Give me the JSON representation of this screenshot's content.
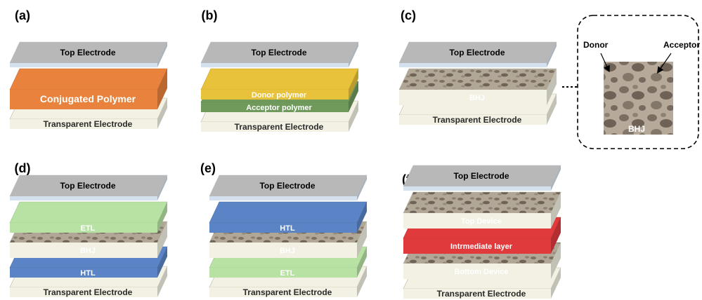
{
  "panels": [
    {
      "label": "(a)",
      "top": "Top Electrode",
      "layers": [
        "Conjugated Polymer"
      ],
      "bottom": "Transparent Electrode"
    },
    {
      "label": "(b)",
      "top": "Top Electrode",
      "layers": [
        "Donor polymer",
        "Acceptor polymer"
      ],
      "bottom": "Transparent Electrode"
    },
    {
      "label": "(c)",
      "top": "Top Electrode",
      "layers": [
        "BHJ"
      ],
      "bottom": "Transparent Electrode"
    },
    {
      "label": "(d)",
      "top": "Top Electrode",
      "layers": [
        "ETL",
        "BHJ",
        "HTL"
      ],
      "bottom": "Transparent Electrode"
    },
    {
      "label": "(e)",
      "top": "Top Electrode",
      "layers": [
        "HTL",
        "BHJ",
        "ETL"
      ],
      "bottom": "Transparent Electrode"
    },
    {
      "label": "(f)",
      "top": "Top Electrode",
      "layers": [
        "Top Device",
        "Intrmediate layer",
        "Bottom Device"
      ],
      "bottom": "Transparent Electrode"
    }
  ],
  "inset": {
    "donor": "Donor",
    "acceptor": "Acceptor",
    "center": "BHJ"
  },
  "colors": {
    "electrode_top": "#b8b8b8",
    "electrode_side": "#d4e0ee",
    "transparent": "#f3f1e3",
    "transparent_side": "#dcd9bd",
    "conjugated_polymer": "#e8823c",
    "donor": "#e8c23a",
    "acceptor_polymer": "#6f9a5c",
    "etl": "#b8e2a4",
    "htl": "#5a84c6",
    "intermediate": "#e03a3c",
    "bhj_top": "#a39a8c"
  }
}
